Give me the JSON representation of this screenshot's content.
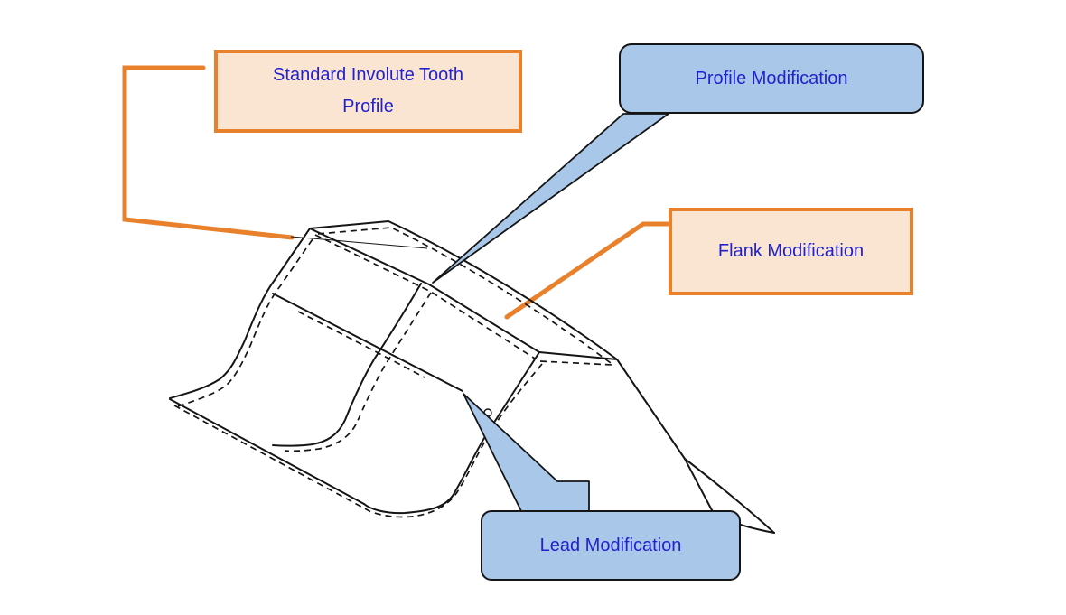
{
  "figure": {
    "title": "Gear tooth modification diagram",
    "boxes": {
      "standard": {
        "line1": "Standard Involute Tooth",
        "line2": "Profile"
      },
      "profile": {
        "label": "Profile Modification"
      },
      "flank": {
        "label": "Flank Modification"
      },
      "lead": {
        "label": "Lead Modification"
      }
    },
    "colors": {
      "orange": "#E8802C",
      "peach": "#FAE4D2",
      "callout_blue": "#A9C7E9",
      "text_blue": "#2222CC",
      "line": "#151515",
      "bg": "#FFFFFF"
    }
  }
}
